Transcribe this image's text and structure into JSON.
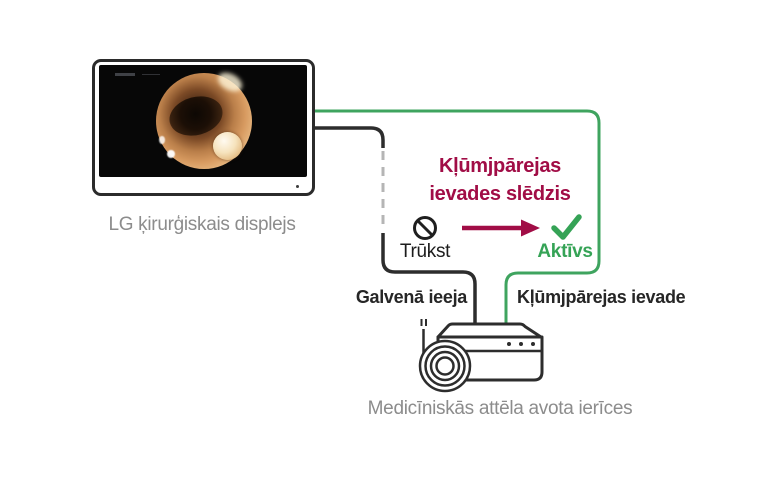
{
  "monitor": {
    "label": "LG ķirurģiskais displejs"
  },
  "switch": {
    "title": "Kļūmjpārejas ievades slēdzis",
    "title_line1": "Kļūmjpārejas",
    "title_line2": "ievades slēdzis",
    "states": {
      "missing": "Trūkst",
      "active": "Aktīvs"
    }
  },
  "inputs": {
    "main": "Galvenā ieeja",
    "failover": "Kļūmjpārejas ievade"
  },
  "source_devices": {
    "label": "Medicīniskās attēla avota ierīces"
  },
  "icons": {
    "missing_state": "no-entry-icon",
    "active_state": "check-icon",
    "transition": "arrow-right-icon"
  },
  "colors": {
    "brand_crimson": "#a10d46",
    "brand_green": "#3fa45f",
    "line_black": "#2d2d2d",
    "dashed_gray": "#b5b5b5",
    "caption_gray": "#8c8c8c"
  }
}
